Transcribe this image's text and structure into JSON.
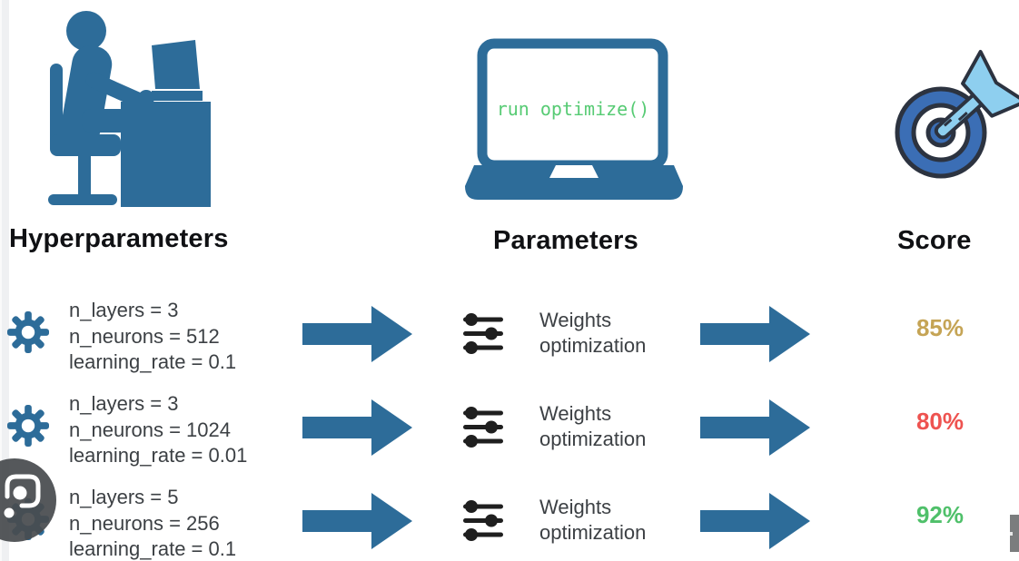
{
  "diagram": {
    "columns": [
      {
        "id": "hyperparameters",
        "label": "Hyperparameters",
        "icon": "person-at-computer-icon"
      },
      {
        "id": "parameters",
        "label": "Parameters",
        "icon": "laptop-icon"
      },
      {
        "id": "score",
        "label": "Score",
        "icon": "target-dart-icon"
      }
    ],
    "laptop_code": "run optimize()",
    "rows": [
      {
        "hyperparameters": [
          "n_layers = 3",
          "n_neurons = 512",
          "learning_rate = 0.1"
        ],
        "process": [
          "Weights",
          "optimization"
        ],
        "score": "85%",
        "score_color": "#c5a455"
      },
      {
        "hyperparameters": [
          "n_layers = 3",
          "n_neurons = 1024",
          "learning_rate = 0.01"
        ],
        "process": [
          "Weights",
          "optimization"
        ],
        "score": "80%",
        "score_color": "#ee5350"
      },
      {
        "hyperparameters": [
          "n_layers = 5",
          "n_neurons = 256",
          "learning_rate = 0.1"
        ],
        "process": [
          "Weights",
          "optimization"
        ],
        "score": "92%",
        "score_color": "#4fc06a"
      }
    ],
    "colors": {
      "primary_blue": "#2d6c99",
      "target_ring_blue": "#3b6eb5",
      "dart_light_blue": "#8ecfef",
      "icon_outline": "#2c3340",
      "code_green": "#57cb74",
      "slider_black": "#1f1f1f",
      "body_text": "#3c4044"
    }
  },
  "overlays": {
    "lens_camera_icon": "google-lens-camera",
    "corner_fragment": "gray-ui-fragment"
  }
}
